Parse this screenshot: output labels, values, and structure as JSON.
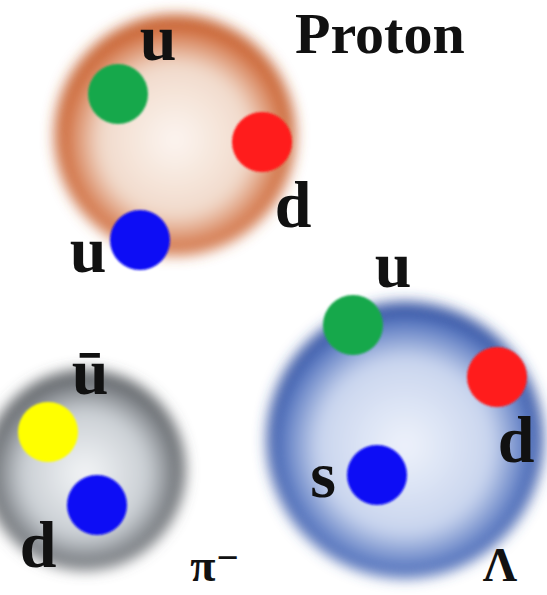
{
  "diagram": {
    "nodes": [
      {
        "text": [
          "Proton"
        ]
      },
      {
        "text": [
          "u"
        ],
        "in": 0
      },
      {
        "text": [
          "d"
        ],
        "in": 0
      },
      {
        "text": [
          "u"
        ],
        "in": 0
      },
      {
        "text": [
          "Λ"
        ]
      },
      {
        "text": [
          "u"
        ],
        "in": 4
      },
      {
        "text": [
          "d"
        ],
        "in": 4
      },
      {
        "text": [
          "s"
        ],
        "in": 4
      },
      {
        "text": [
          "π⁻"
        ]
      },
      {
        "text": [
          "ū"
        ],
        "in": 8
      },
      {
        "text": [
          "d"
        ],
        "in": 8
      }
    ]
  }
}
